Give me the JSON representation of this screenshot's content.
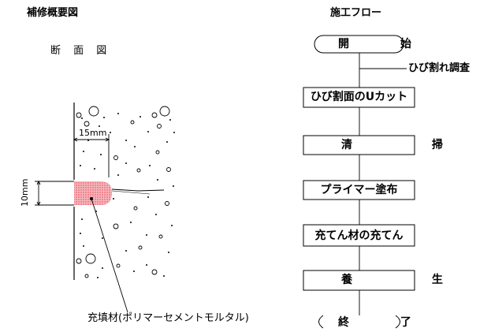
{
  "figure": {
    "title": "補修概要図",
    "section_title": "断 面 図",
    "dim_width": "15mm",
    "dim_depth": "10mm",
    "filler_callout": "充填材(ポリマーセメントモルタル)"
  },
  "flow": {
    "title": "施工フロー",
    "start": "開 始",
    "side_note": "ひび割れ調査",
    "steps": [
      "ひび割面のUカット",
      "清 掃",
      "プライマー塗布",
      "充てん材の充てん",
      "養 生"
    ],
    "end": "終 了"
  },
  "colors": {
    "line": "#000000",
    "filler": "#e23b4a"
  }
}
